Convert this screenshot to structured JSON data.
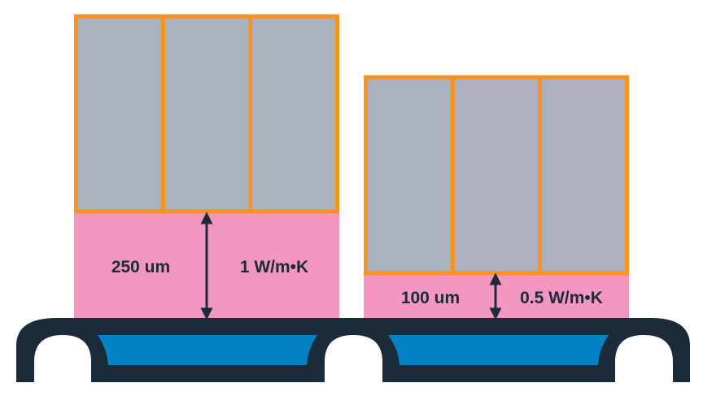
{
  "colors": {
    "die": "#aab2bd",
    "die_outline": "#f7931e",
    "tim": "#f497c0",
    "substrate": "#1c2b3a",
    "coolant": "#0281c4"
  },
  "stacks": [
    {
      "thickness_label": "250 um",
      "conductivity_label": "1 W/m•K"
    },
    {
      "thickness_label": "100 um",
      "conductivity_label": "0.5 W/m•K"
    }
  ]
}
